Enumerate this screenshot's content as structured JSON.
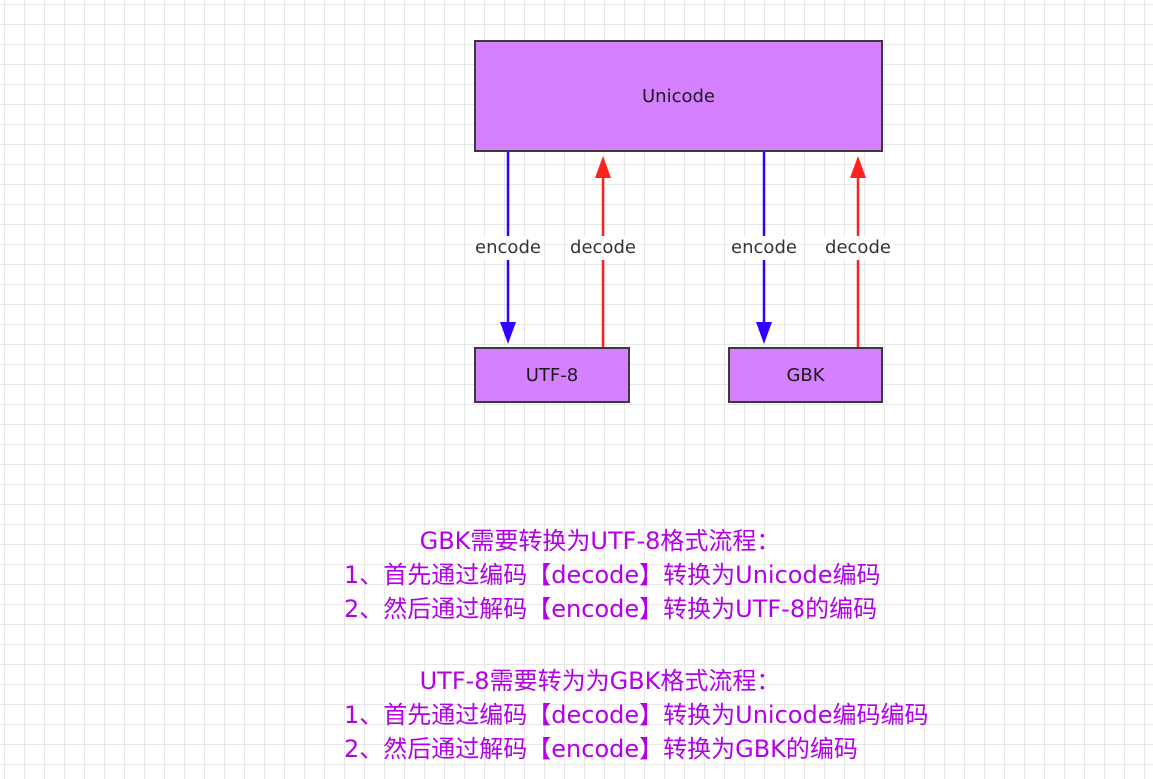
{
  "boxes": {
    "unicode": "Unicode",
    "utf8": "UTF-8",
    "gbk": "GBK"
  },
  "edges": {
    "utf8_encode": "encode",
    "utf8_decode": "decode",
    "gbk_encode": "encode",
    "gbk_decode": "decode"
  },
  "colors": {
    "box_fill": "#d580ff",
    "encode_arrow": "#3300ff",
    "decode_arrow": "#ff2020",
    "note_text": "#b300e6"
  },
  "notes": {
    "gbk_to_utf8": {
      "title": "GBK需要转换为UTF-8格式流程：",
      "step1": "1、首先通过编码【decode】转换为Unicode编码",
      "step2": "2、然后通过解码【encode】转换为UTF-8的编码"
    },
    "utf8_to_gbk": {
      "title": "UTF-8需要转为为GBK格式流程：",
      "step1": "1、首先通过编码【decode】转换为Unicode编码编码",
      "step2": "2、然后通过解码【encode】转换为GBK的编码"
    }
  }
}
